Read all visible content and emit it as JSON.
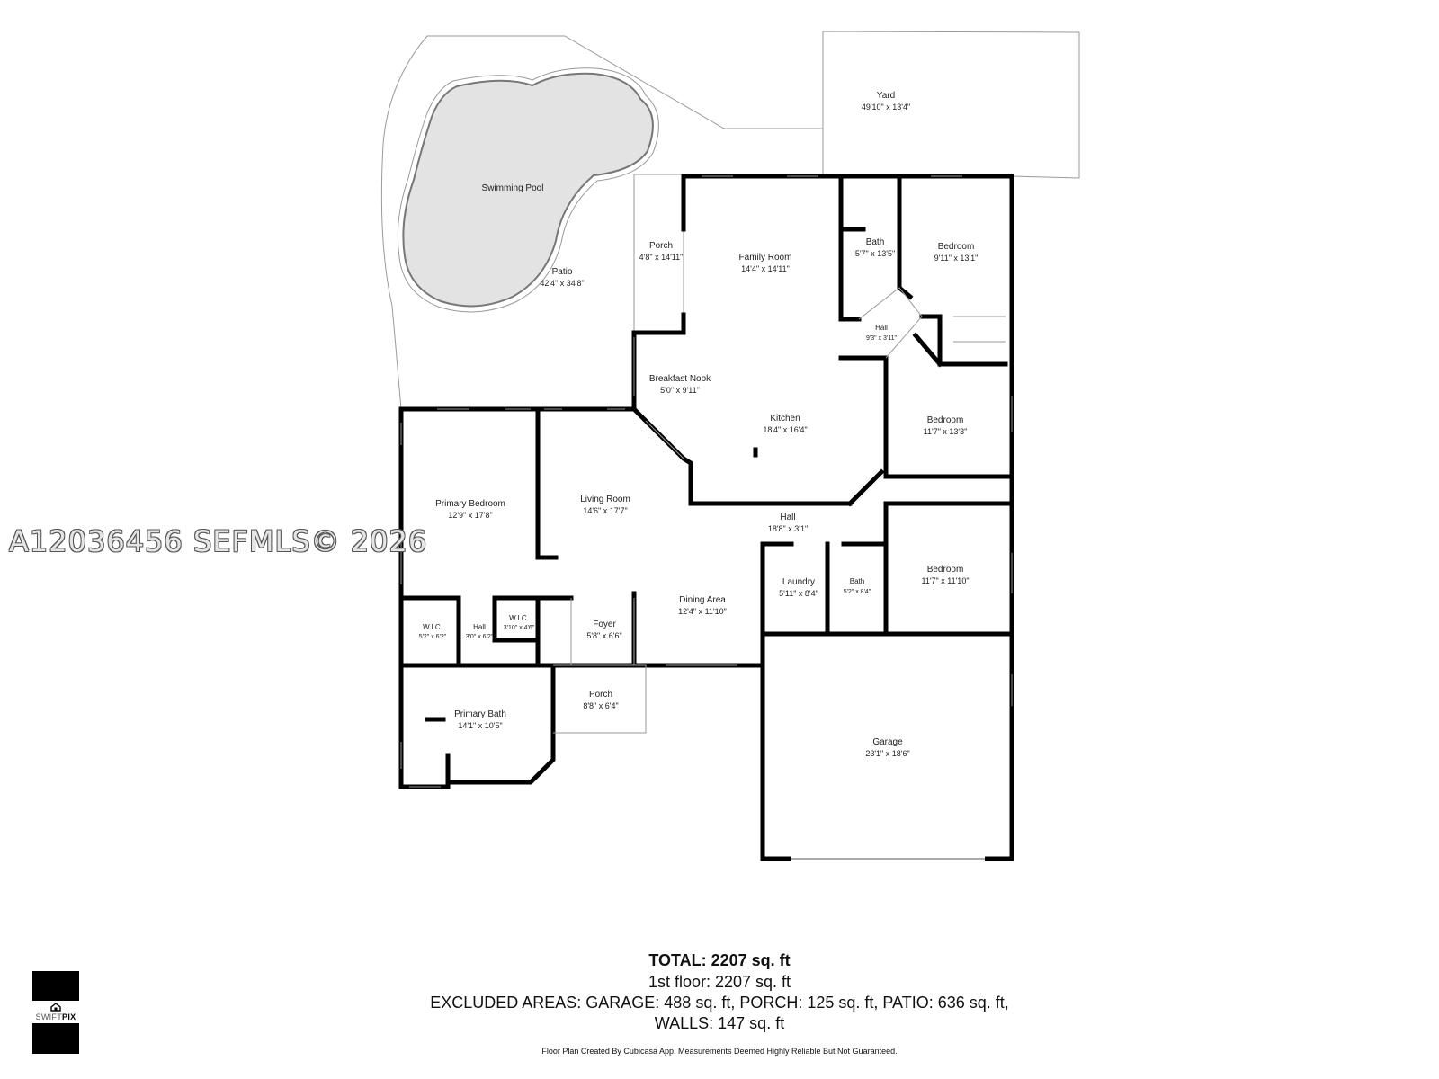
{
  "rooms": {
    "yard": {
      "name": "Yard",
      "dim": "49'10\" x 13'4\""
    },
    "pool": {
      "name": "Swimming Pool"
    },
    "patio": {
      "name": "Patio",
      "dim": "42'4\" x 34'8\""
    },
    "porch_back": {
      "name": "Porch",
      "dim": "4'8\" x 14'11\""
    },
    "family": {
      "name": "Family Room",
      "dim": "14'4\" x 14'11\""
    },
    "bath_top": {
      "name": "Bath",
      "dim": "5'7\" x 13'5\""
    },
    "bedroom_ne": {
      "name": "Bedroom",
      "dim": "9'11\" x 13'1\""
    },
    "hall_ne": {
      "name": "Hall",
      "dim": "9'3\" x 3'11\""
    },
    "breakfast": {
      "name": "Breakfast Nook",
      "dim": "5'0\" x 9'11\""
    },
    "kitchen": {
      "name": "Kitchen",
      "dim": "18'4\" x 16'4\""
    },
    "bedroom_e": {
      "name": "Bedroom",
      "dim": "11'7\" x 13'3\""
    },
    "primary_bed": {
      "name": "Primary Bedroom",
      "dim": "12'9\" x 17'8\""
    },
    "living": {
      "name": "Living Room",
      "dim": "14'6\" x 17'7\""
    },
    "hall_mid": {
      "name": "Hall",
      "dim": "18'8\" x 3'1\""
    },
    "laundry": {
      "name": "Laundry",
      "dim": "5'11\" x 8'4\""
    },
    "bath_mid": {
      "name": "Bath",
      "dim": "5'2\" x 8'4\""
    },
    "bedroom_se": {
      "name": "Bedroom",
      "dim": "11'7\" x 11'10\""
    },
    "wic1": {
      "name": "W.I.C.",
      "dim": "5'2\" x 6'2\""
    },
    "hall_wic": {
      "name": "Hall",
      "dim": "3'0\" x 6'2\""
    },
    "wic2": {
      "name": "W.I.C.",
      "dim": "3'10\" x 4'6\""
    },
    "foyer": {
      "name": "Foyer",
      "dim": "5'8\" x 6'6\""
    },
    "dining": {
      "name": "Dining Area",
      "dim": "12'4\" x 11'10\""
    },
    "porch_front": {
      "name": "Porch",
      "dim": "8'8\" x 6'4\""
    },
    "primary_bath": {
      "name": "Primary Bath",
      "dim": "14'1\" x 10'5\""
    },
    "garage": {
      "name": "Garage",
      "dim": "23'1\" x 18'6\""
    }
  },
  "watermark": "A12036456  SEFMLS© 2026",
  "summary": {
    "total": "TOTAL: 2207 sq. ft",
    "floor1": "1st floor: 2207 sq. ft",
    "excluded": "EXCLUDED AREAS: GARAGE: 488 sq. ft, PORCH: 125 sq. ft, PATIO: 636 sq. ft,",
    "walls": "WALLS: 147 sq. ft",
    "disclaimer": "Floor Plan Created By Cubicasa App. Measurements Deemed Highly Reliable But Not Guaranteed."
  },
  "logo": {
    "swift": "SWIFT",
    "pix": "PIX"
  },
  "colors": {
    "pool_fill": "#e3e3e3",
    "wall": "#000000"
  }
}
